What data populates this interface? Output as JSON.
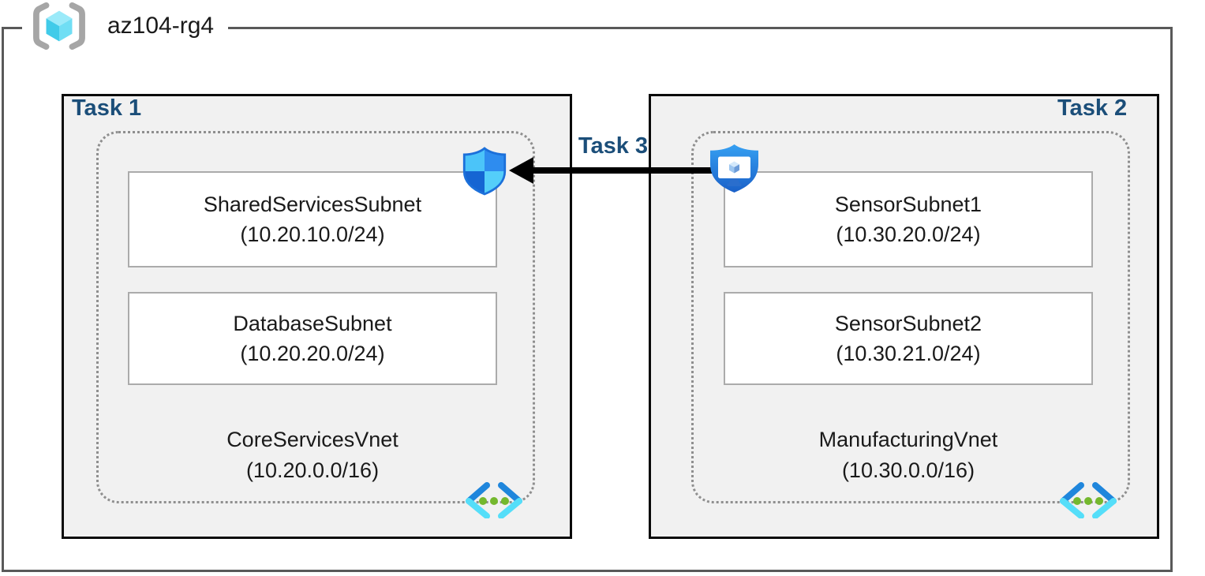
{
  "resource_group": {
    "name": "az104-rg4"
  },
  "tasks": {
    "task1_label": "Task 1",
    "task2_label": "Task 2",
    "task3_label": "Task 3"
  },
  "vnets": [
    {
      "task": "Task 1",
      "name": "CoreServicesVnet",
      "cidr": "(10.20.0.0/16)",
      "subnets": [
        {
          "name": "SharedServicesSubnet",
          "cidr": "(10.20.10.0/24)"
        },
        {
          "name": "DatabaseSubnet",
          "cidr": "(10.20.20.0/24)"
        }
      ]
    },
    {
      "task": "Task 2",
      "name": "ManufacturingVnet",
      "cidr": "(10.30.0.0/16)",
      "subnets": [
        {
          "name": "SensorSubnet1",
          "cidr": "(10.30.20.0/24)"
        },
        {
          "name": "SensorSubnet2",
          "cidr": "(10.30.21.0/24)"
        }
      ]
    }
  ],
  "icons": {
    "resource_group": "resource-group-cube-brackets-icon",
    "network_security": "defender-shield-icon",
    "bastion": "bastion-shield-monitor-icon",
    "virtual_network": "vnet-chevrons-dots-icon",
    "arrow": "task3-left-arrow"
  },
  "colors": {
    "task_label_navy": "#1b4e79",
    "rg_border_gray": "#595959",
    "task_box_fill": "#f1f1f1",
    "task_box_border": "#0a0a0a",
    "dashed_boundary": "#8f8f8f",
    "subnet_border": "#ababab",
    "arrow_black": "#000000",
    "vnet_chevron_blue": "#1f86dc",
    "vnet_chevron_cyan": "#55def9",
    "vnet_dot_green": "#74b82e",
    "defender_outline": "#1c70da",
    "bastion_blue": "#2e8fe8"
  }
}
